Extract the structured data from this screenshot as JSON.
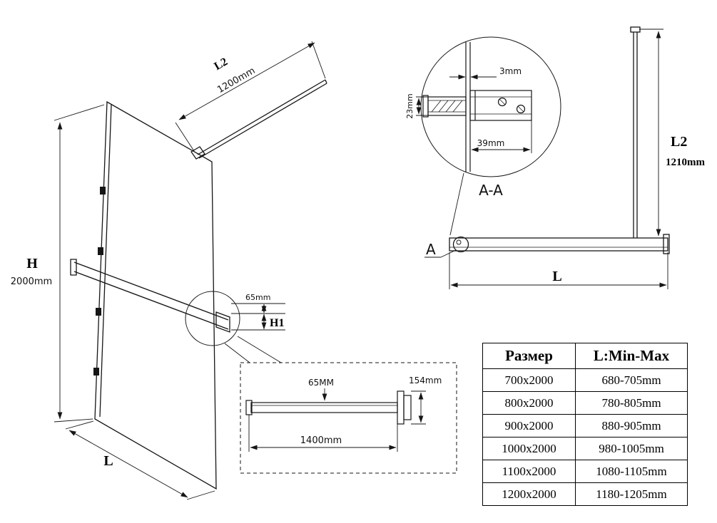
{
  "iso_view": {
    "l2_label": "L2",
    "l2_value": "1200mm",
    "h_label": "H",
    "h_value": "2000mm",
    "l_label": "L",
    "bar_gap_value": "65mm",
    "h1_label": "H1"
  },
  "bar_detail": {
    "bar_height_value": "65MM",
    "bracket_height_value": "154mm",
    "bar_length_value": "1400mm"
  },
  "section_detail": {
    "gap_value": "3mm",
    "thickness_value": "23mm",
    "depth_value": "39mm",
    "title": "A-A"
  },
  "front_view": {
    "detail_marker": "A",
    "l2_label": "L2",
    "l2_value": "1210mm",
    "l_label": "L"
  },
  "table": {
    "headers": [
      "Размер",
      "L:Min-Max"
    ],
    "rows": [
      [
        "700x2000",
        "680-705mm"
      ],
      [
        "800x2000",
        "780-805mm"
      ],
      [
        "900x2000",
        "880-905mm"
      ],
      [
        "1000x2000",
        "980-1005mm"
      ],
      [
        "1100x2000",
        "1080-1105mm"
      ],
      [
        "1200x2000",
        "1180-1205mm"
      ]
    ]
  }
}
